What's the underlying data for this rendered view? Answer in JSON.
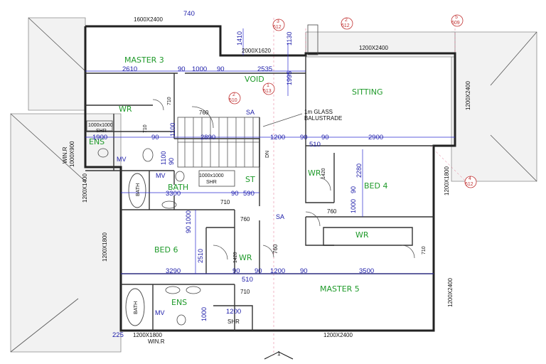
{
  "rooms": {
    "master3": "MASTER 3",
    "void": "VOID",
    "sitting": "SITTING",
    "wr_top": "WR",
    "ens_top": "ENS",
    "mv_top": "MV",
    "mv_bath": "MV",
    "bath_mid": "BATH",
    "bath_vert": "BATH",
    "st": "ST",
    "wr_bed4": "WR",
    "bed4": "BED 4",
    "wr_center": "WR",
    "bed6": "BED 6",
    "wr_bed6": "WR",
    "master5": "MASTER 5",
    "bath_bottom": "BATH",
    "mv_bottom": "MV",
    "ens_bottom": "ENS",
    "shr_bottom": "SHR",
    "sa_top": "SA",
    "sa_mid": "SA",
    "dn": "DN"
  },
  "notes": {
    "glass": "1m GLASS",
    "balustrade": "BALUSTRADE",
    "shr_top": "1000x1000",
    "shr_top2": "SHR",
    "shr_mid": "1000x1000",
    "shr_mid2": "SHR",
    "win_r_left": "WIN.R",
    "win_r_left2": "1000X900",
    "win_r_bottom": "WIN.R"
  },
  "windows": {
    "top_left": "1600X2400",
    "top_mid": "2000X1620",
    "top_right": "1200X2400",
    "right_upper": "1200X2400",
    "right_mid": "1200X1800",
    "right_lower": "1200X2400",
    "left_upper": "1200X1400",
    "left_lower": "1200X1800",
    "bottom_left": "1200X1800",
    "bottom_right": "1200X2400"
  },
  "dimensions": {
    "d740": "740",
    "d1410": "1410",
    "d1130": "1130",
    "d2610": "2610",
    "d90a": "90",
    "d1000a": "1000",
    "d90b": "90",
    "d2535": "2535",
    "d1995": "1995",
    "d710a": "710",
    "d760a": "760",
    "d1900": "1900",
    "d90c": "90",
    "d710b": "710",
    "d1100a": "1100",
    "d2890": "2890",
    "d1200a": "1200",
    "d90d": "90",
    "d90e": "90",
    "d2900": "2900",
    "d510a": "510",
    "d1100b": "1100",
    "d90f": "90",
    "d1420a": "1420",
    "d2280": "2280",
    "d3300": "3300",
    "d90g": "90",
    "d590": "590",
    "d710c": "710",
    "d1000b": "1000",
    "d90h": "90",
    "d760b": "760",
    "d760c": "760",
    "d90i": "90",
    "d1000c": "1000",
    "d760d": "760",
    "d2510": "2510",
    "d1420b": "1420",
    "d710d": "710",
    "d3290": "3290",
    "d90j": "90",
    "d90k": "90",
    "d1200b": "1200",
    "d90l": "90",
    "d3500": "3500",
    "d510b": "510",
    "d710e": "710",
    "d1200c": "1200",
    "d1000d": "1000",
    "d225": "225"
  },
  "markers": {
    "m3": "3",
    "m3b": "612",
    "m2": "2",
    "m2b": "612",
    "m5": "5",
    "m5b": "609",
    "m1": "1",
    "m1b": "513",
    "m2c": "2",
    "m2d": "510",
    "m4": "4",
    "m4b": "612",
    "m_bottom": "1"
  },
  "colors": {
    "room_label": "#1f9a2a",
    "dimension": "#1a1aa8",
    "walls": "#222222",
    "gridline": "#e06a8a"
  }
}
